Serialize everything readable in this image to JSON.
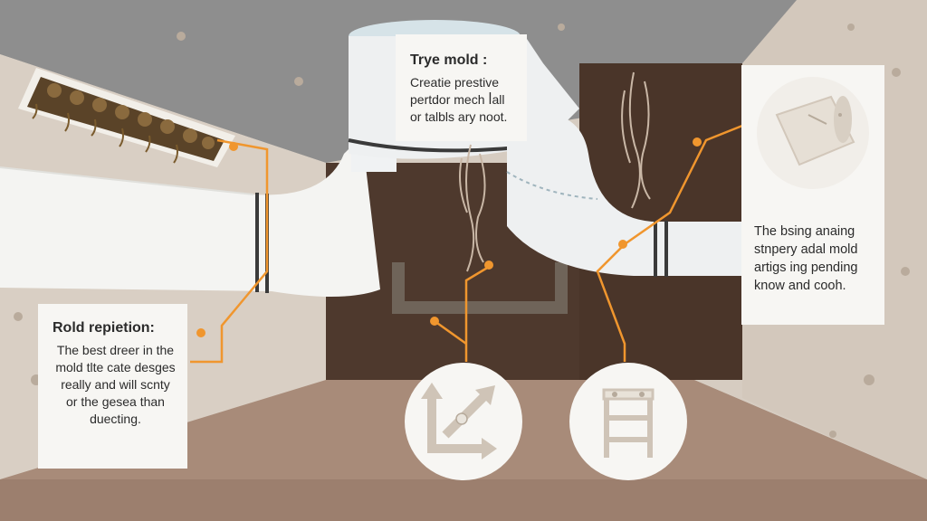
{
  "card_top": {
    "title": "Trye mold :",
    "lines": [
      "Creatie prestive",
      "pertdor mech ꟾall",
      "or talbls ary noot."
    ]
  },
  "card_left": {
    "title": "Rold repietion:",
    "lines": [
      "The best dreer in the",
      "mold tl​te cate desges",
      "really and will scnty",
      "or the gesea than",
      "duecting."
    ]
  },
  "card_right": {
    "lines": [
      "The bsing anaing",
      "stnpery adal mold",
      "artigs ing pending",
      "know and cooh."
    ]
  },
  "icons": {
    "vent_grille": "vent-grille-icon",
    "arrows": "diagonal-arrows-icon",
    "ladder": "ladder-rack-icon",
    "duct_tape": "duct-tape-roll-icon"
  },
  "colors": {
    "ceiling": "#8f8f8f",
    "wall": "#d8cfc4",
    "floor": "#9e8170",
    "mold_wall": "#4f3a2e",
    "duct": "#f4f4f2",
    "accent": "#f0962e"
  }
}
